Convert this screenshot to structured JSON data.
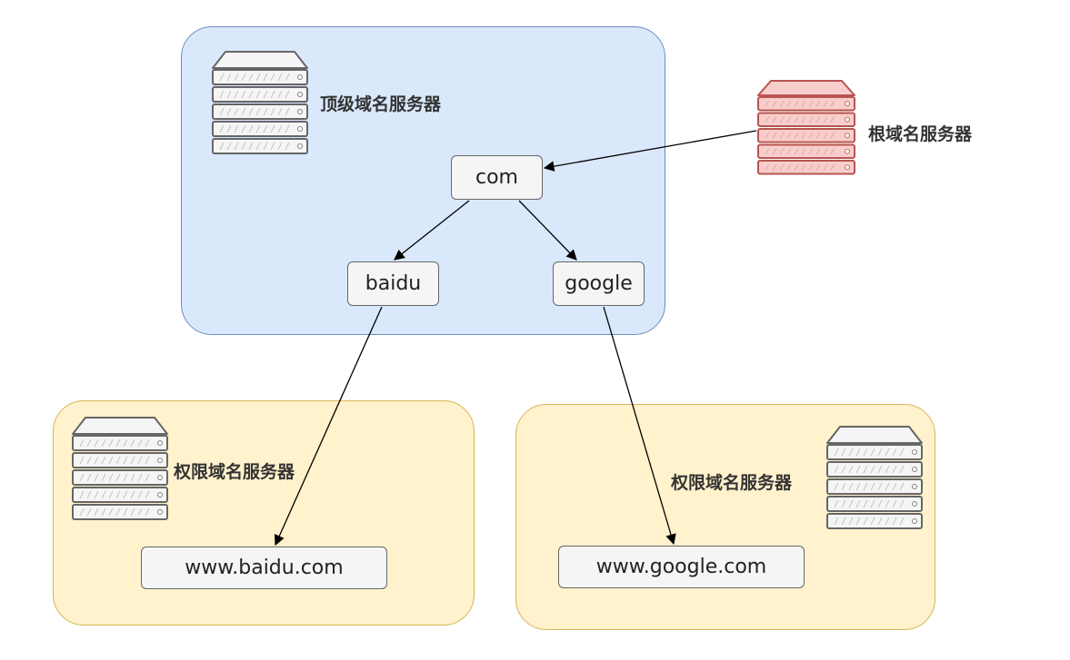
{
  "regions": {
    "top_level_zone": {
      "fill": "#dae8fc",
      "stroke": "#6c8ebf"
    },
    "baidu_zone": {
      "fill": "#fff2cc",
      "stroke": "#d6b656"
    },
    "google_zone": {
      "fill": "#fff2cc",
      "stroke": "#d6b656"
    }
  },
  "labels": {
    "top_level_server": "顶级域名服务器",
    "root_server": "根域名服务器",
    "authoritative_server_left": "权限域名服务器",
    "authoritative_server_right": "权限域名服务器"
  },
  "nodes": {
    "com": "com",
    "baidu": "baidu",
    "google": "google",
    "www_baidu": "www.baidu.com",
    "www_google": "www.google.com"
  },
  "edges": [
    {
      "from": "root_server",
      "to": "com"
    },
    {
      "from": "com",
      "to": "baidu"
    },
    {
      "from": "com",
      "to": "google"
    },
    {
      "from": "baidu",
      "to": "www_baidu"
    },
    {
      "from": "google",
      "to": "www_google"
    }
  ],
  "icons": {
    "server_gray": {
      "name": "server-stack-icon",
      "fill": "#f5f5f5",
      "stroke": "#666666"
    },
    "server_red": {
      "name": "server-stack-icon",
      "fill": "#f8cecc",
      "stroke": "#b85450"
    }
  }
}
